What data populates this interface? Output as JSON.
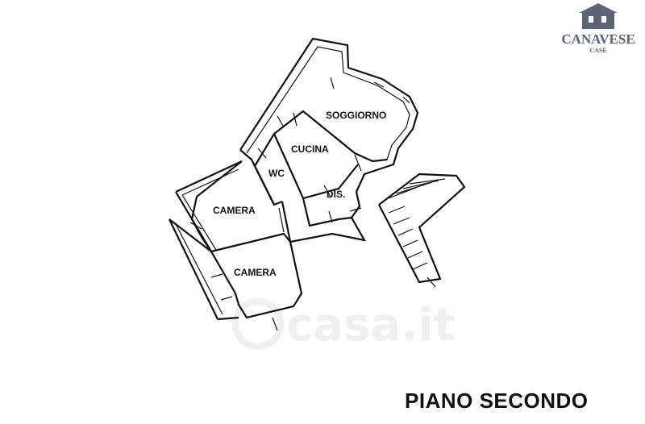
{
  "logo": {
    "name": "CANAVESE",
    "sub": "CASE"
  },
  "watermark": {
    "text": "casa.it"
  },
  "rooms": {
    "soggiorno": "SOGGIORNO",
    "cucina": "CUCINA",
    "wc": "WC",
    "dis": "DIS.",
    "camera_1": "CAMERA",
    "camera_2": "CAMERA"
  },
  "floor_title": "PIANO SECONDO",
  "colors": {
    "ink": "#111111",
    "logo": "#5a6472",
    "watermark": "#efefef"
  }
}
